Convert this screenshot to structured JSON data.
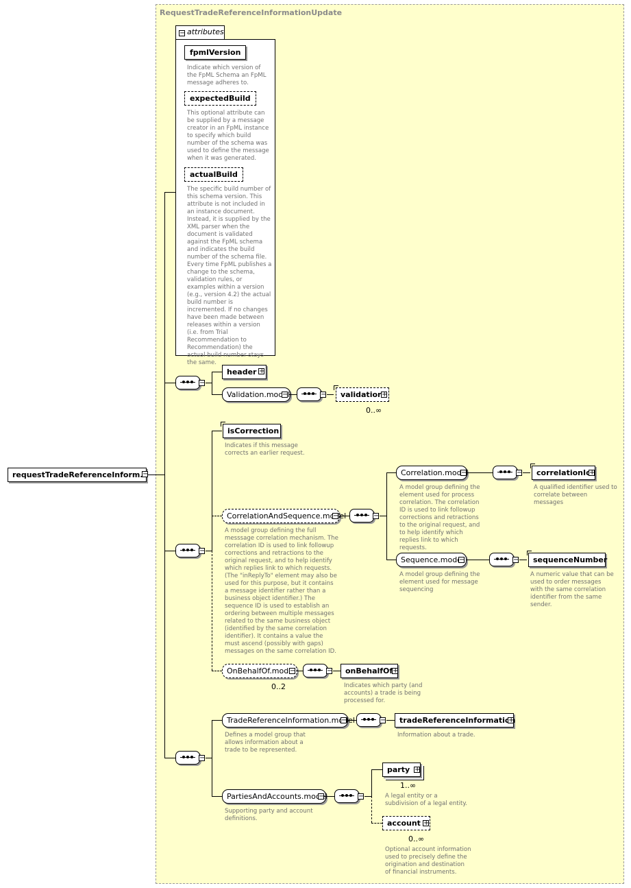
{
  "diagram": {
    "type_title": "RequestTradeReferenceInformationUpdate",
    "root_element": "requestTradeReferenceInform...",
    "attributes_tab": "attributes",
    "attributes": [
      {
        "name": "fpmlVersion",
        "desc": "Indicate which version of the FpML Schema an FpML message adheres to."
      },
      {
        "name": "expectedBuild",
        "desc": "This optional attribute can be supplied by a message creator in an FpML instance to specify which build number of the schema was used to define the message when it was generated."
      },
      {
        "name": "actualBuild",
        "desc": "The specific build number of this schema version. This attribute is not included in an instance document. Instead, it is supplied by the XML parser when the document is validated against the FpML schema and indicates the build number of the schema file. Every time FpML publishes a change to the schema, validation rules, or examples within a version (e.g., version 4.2) the actual build number is incremented. If no changes have been made between releases within a version (i.e. from Trial Recommendation to Recommendation) the actual build number stays the same."
      }
    ],
    "header": {
      "label": "header"
    },
    "validation_model": {
      "label": "Validation.model"
    },
    "validation": {
      "label": "validation",
      "occurs": "0..∞"
    },
    "is_correction": {
      "label": "isCorrection",
      "desc": "Indicates if this message corrects an earlier request."
    },
    "correlation_and_sequence_model": {
      "label": "CorrelationAndSequence.model",
      "desc": "A model group defining the full messsage correlation mechanism. The correlation ID is used to link followup corrections and retractions to the original request, and to help identify which replies link to which requests. (The \"inReplyTo\" element may also be used for this purpose, but it contains a message identifier rather than a business object identifier.) The sequence ID is used to establish an ordering between multiple messages related to the same business object (identified by the same correlation identifier). It contains a value the must ascend (possibly with gaps) messages on the same correlation ID."
    },
    "correlation_model": {
      "label": "Correlation.model",
      "desc": "A model group defining the element used for process correlation. The correlation ID is used to link followup corrections and retractions to the original request, and to help identify which replies link to which requests."
    },
    "correlation_id": {
      "label": "correlationId",
      "desc": "A qualified identifier used to correlate between messages"
    },
    "sequence_model": {
      "label": "Sequence.model",
      "desc": "A model group defining the element used for message sequencing"
    },
    "sequence_number": {
      "label": "sequenceNumber",
      "desc": "A numeric value that can be used to order messages with the same correlation identifier from the same sender."
    },
    "on_behalf_of_model": {
      "label": "OnBehalfOf.model",
      "occurs": "0..2"
    },
    "on_behalf_of": {
      "label": "onBehalfOf",
      "desc": "Indicates which party (and accounts) a trade is being processed for."
    },
    "trade_reference_information_model": {
      "label": "TradeReferenceInformation.model",
      "desc": "Defines a model group that allows information about a trade to be represented."
    },
    "trade_reference_information": {
      "label": "tradeReferenceInformation",
      "desc": "Information about a trade."
    },
    "parties_and_accounts_model": {
      "label": "PartiesAndAccounts.model",
      "desc": "Supporting party and account definitions."
    },
    "party": {
      "label": "party",
      "occurs": "1..∞",
      "desc": "A legal entity or a subdivision of a legal entity."
    },
    "account": {
      "label": "account",
      "occurs": "0..∞",
      "desc": "Optional account information used to precisely define the origination and destination of financial instruments."
    },
    "colors": {
      "type_box_fill": "#ffffcc",
      "type_box_border": "#999999",
      "description_text": "#707070",
      "title_text": "#8a8a8a"
    }
  }
}
